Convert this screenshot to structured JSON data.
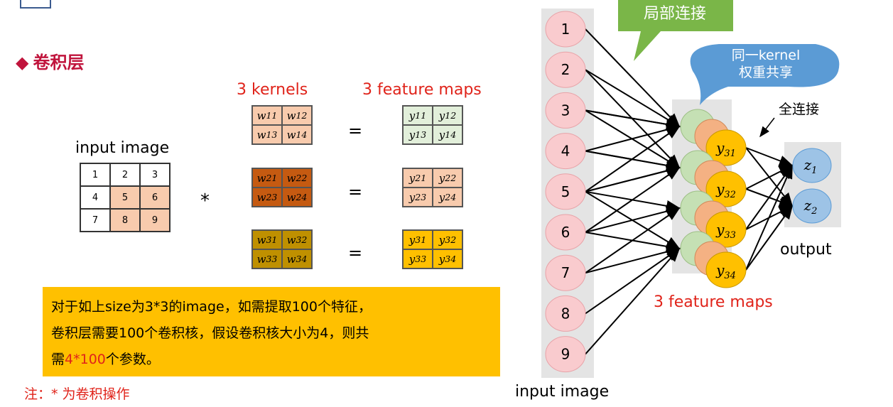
{
  "section_title": "卷积层",
  "input_image_label": "input image",
  "input_grid": [
    "1",
    "2",
    "3",
    "4",
    "5",
    "6",
    "7",
    "8",
    "9"
  ],
  "kernels_header": "3 kernels",
  "feature_maps_header": "3 feature maps",
  "operator": "*",
  "equals": "=",
  "kernels": [
    {
      "cells": [
        "w11",
        "w12",
        "w13",
        "w14"
      ],
      "color": "#f8cbad"
    },
    {
      "cells": [
        "w21",
        "w22",
        "w23",
        "w24"
      ],
      "color": "#c55a11"
    },
    {
      "cells": [
        "w31",
        "w32",
        "w33",
        "w34"
      ],
      "color": "#bf9000"
    }
  ],
  "feature_maps": [
    {
      "cells": [
        "y11",
        "y12",
        "y13",
        "y14"
      ],
      "color": "#e2efda"
    },
    {
      "cells": [
        "y21",
        "y22",
        "y23",
        "y24"
      ],
      "color": "#f8cbad"
    },
    {
      "cells": [
        "y31",
        "y32",
        "y33",
        "y34"
      ],
      "color": "#ffc000"
    }
  ],
  "note": {
    "line1": "对于如上size为3*3的image，如需提取100个特征，",
    "line2": "卷积层需要100个卷积核，假设卷积核大小为4，则共",
    "line3_pre": "需",
    "line3_highlight": "4*100",
    "line3_post": "个参数。"
  },
  "footnote": "注：* 为卷积操作",
  "diagram": {
    "callout_local": "局部连接",
    "callout_shared_line1": "同一kernel",
    "callout_shared_line2": "权重共享",
    "full_connect_label": "全连接",
    "input_nodes": [
      "1",
      "2",
      "3",
      "4",
      "5",
      "6",
      "7",
      "8",
      "9"
    ],
    "feature_nodes": [
      "y31",
      "y32",
      "y33",
      "y34"
    ],
    "output_nodes": [
      "z1",
      "z2"
    ],
    "output_label": "output",
    "feature_maps_label": "3 feature maps",
    "input_image_label": "input image"
  },
  "colors": {
    "title_red": "#c0143c",
    "label_red": "#e0231a",
    "note_bg": "#ffc000",
    "node_pink": "#f9cbce",
    "callout_green": "#7ab648",
    "callout_blue": "#5b9bd5",
    "node_blue": "#9dc3e6"
  }
}
